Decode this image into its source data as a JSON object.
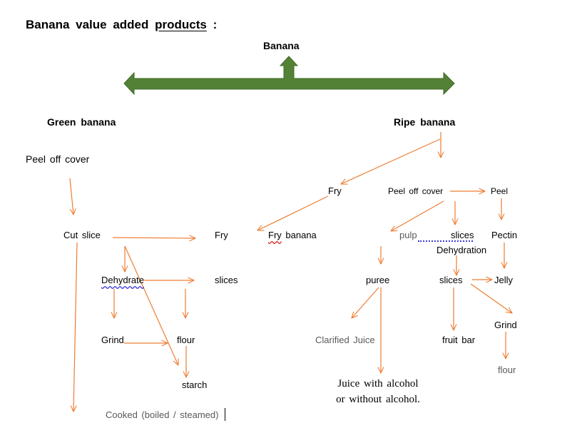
{
  "title": {
    "prefix": "Banana value added ",
    "underlined": "products",
    "suffix": " :"
  },
  "root": "Banana",
  "colors": {
    "arrow_main": "#538135",
    "arrow_thin": "#ED7D31",
    "gray_text": "#595959"
  },
  "green_branch": {
    "heading": "Green banana",
    "peel": "Peel off cover",
    "cut_slice": "Cut slice",
    "fry": "Fry",
    "fry_banana_part1": "Fry",
    "fry_banana_part2": " banana",
    "dehydrate": "Dehydrate",
    "slices": "slices",
    "grind": "Grind",
    "flour": "flour",
    "starch": "starch",
    "cooked": "Cooked   (boiled / steamed)"
  },
  "ripe_branch": {
    "heading": "Ripe banana",
    "fry": "Fry",
    "peel_off_cover": "Peel off cover",
    "peel": "Peel",
    "pulp": "pulp",
    "slices": "slices",
    "dehydration": "Dehydration",
    "pectin": "Pectin",
    "puree": "puree",
    "slices2": "slices",
    "jelly": "Jelly",
    "grind": "Grind",
    "clarified_juice": "Clarified  Juice",
    "fruit_bar": "fruit bar",
    "flour": "flour",
    "juice_line1": "Juice with alcohol",
    "juice_line2": "or without alcohol."
  }
}
